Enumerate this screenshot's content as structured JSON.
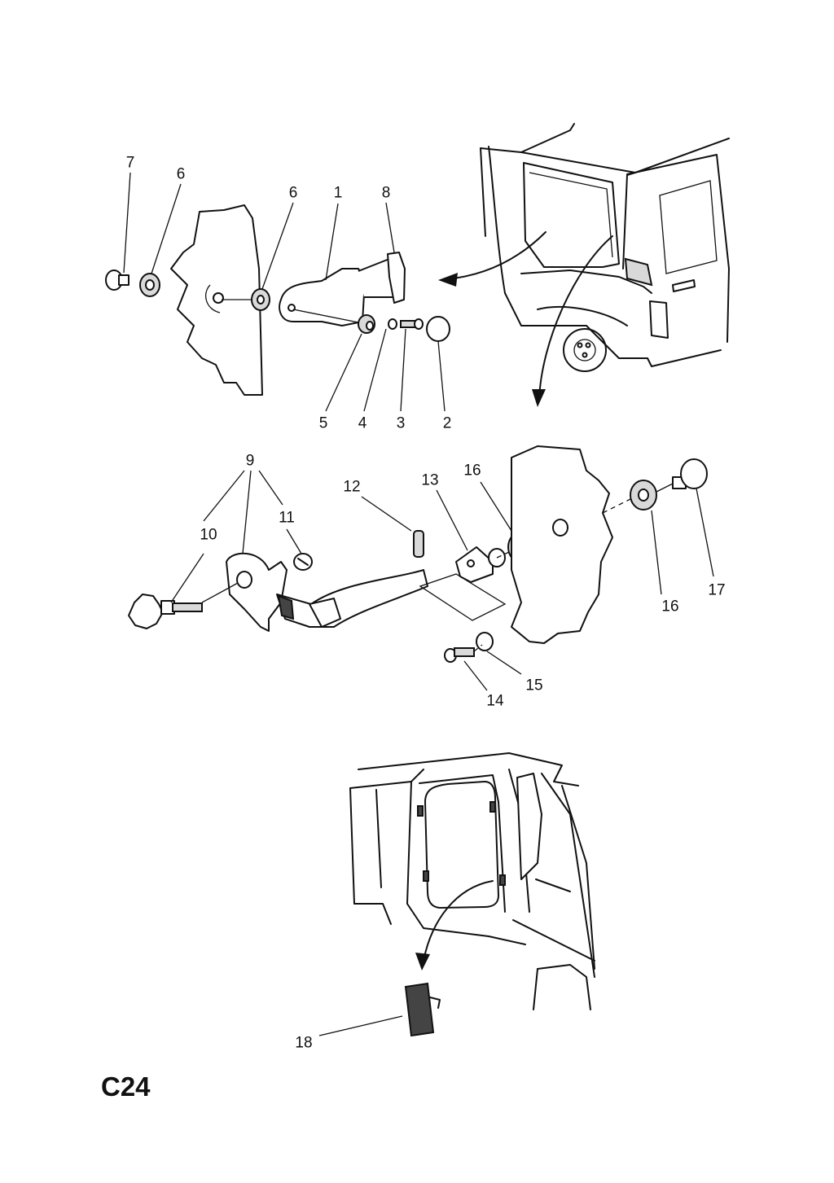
{
  "callouts": [
    {
      "id": "c7",
      "text": "7"
    },
    {
      "id": "c6a",
      "text": "6"
    },
    {
      "id": "c6b",
      "text": "6"
    },
    {
      "id": "c1",
      "text": "1"
    },
    {
      "id": "c8",
      "text": "8"
    },
    {
      "id": "c5",
      "text": "5"
    },
    {
      "id": "c4",
      "text": "4"
    },
    {
      "id": "c3",
      "text": "3"
    },
    {
      "id": "c2",
      "text": "2"
    },
    {
      "id": "c9",
      "text": "9"
    },
    {
      "id": "c11",
      "text": "11"
    },
    {
      "id": "c10",
      "text": "10"
    },
    {
      "id": "c12",
      "text": "12"
    },
    {
      "id": "c13",
      "text": "13"
    },
    {
      "id": "c16a",
      "text": "16"
    },
    {
      "id": "c16b",
      "text": "16"
    },
    {
      "id": "c17",
      "text": "17"
    },
    {
      "id": "c14",
      "text": "14"
    },
    {
      "id": "c15",
      "text": "15"
    },
    {
      "id": "c18",
      "text": "18"
    }
  ],
  "page_code": "C24"
}
